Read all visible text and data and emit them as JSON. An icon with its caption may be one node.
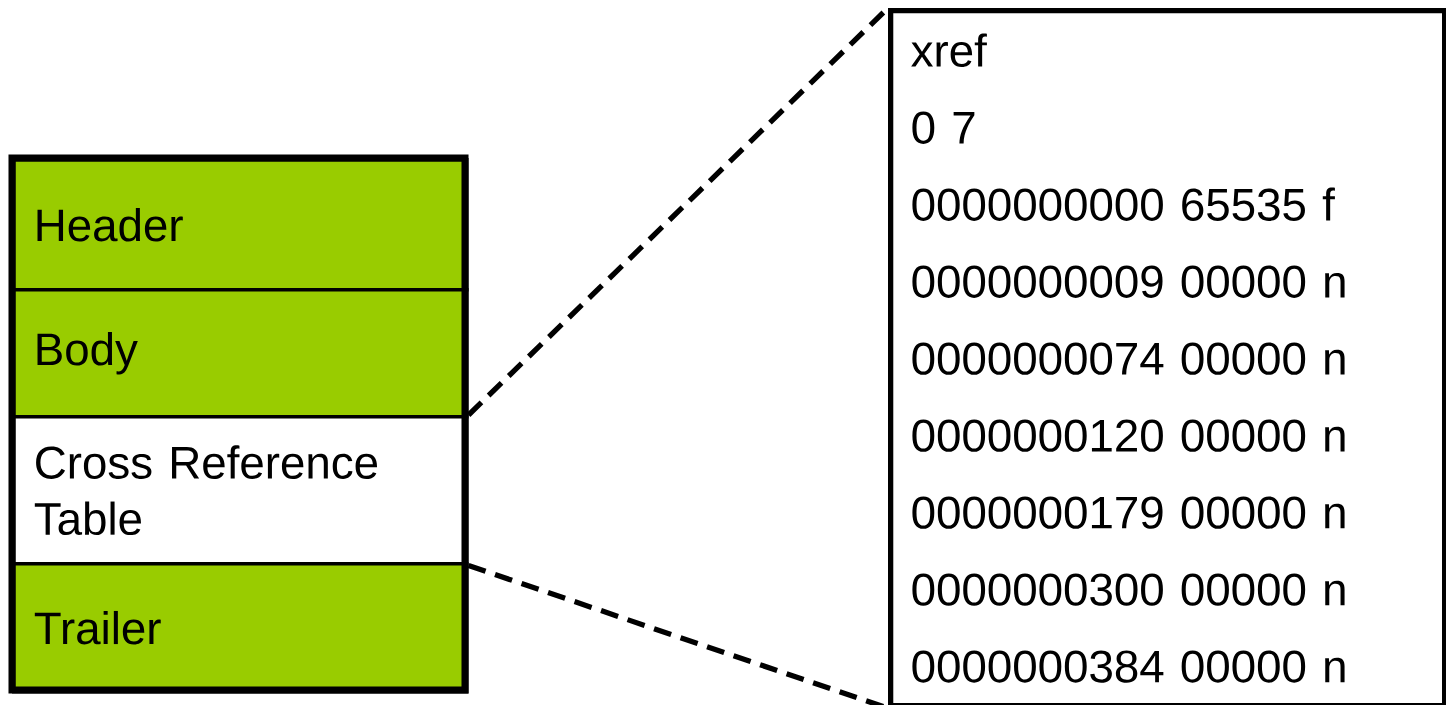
{
  "diagram": {
    "nodes": [
      {
        "text": [
          "Header"
        ]
      },
      {
        "text": [
          "Body"
        ]
      },
      {
        "text": [
          "Cross Reference Table"
        ]
      },
      {
        "text": [
          "Trailer"
        ]
      },
      {
        "text": [
          "xref",
          "0 7",
          "0000000000 65535 f",
          "0000000009 00000 n",
          "0000000074 00000 n",
          "0000000120 00000 n",
          "0000000179 00000 n",
          "0000000300 00000 n",
          "0000000384 00000 n"
        ]
      }
    ],
    "edges": [
      {
        "from": 2,
        "to": 4,
        "arrow": "none",
        "style": "dashed"
      },
      {
        "from": 2,
        "to": 4,
        "arrow": "none",
        "style": "dashed"
      }
    ]
  }
}
